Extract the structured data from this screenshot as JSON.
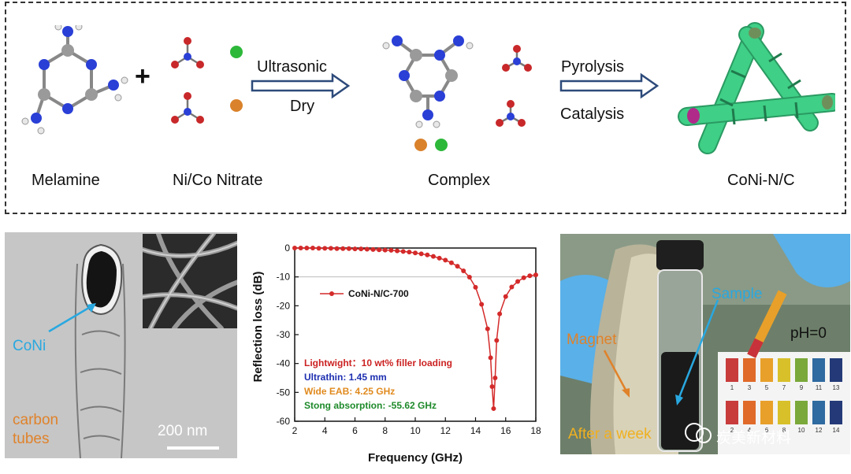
{
  "scheme": {
    "labels": {
      "melamine": "Melamine",
      "nitrate": "Ni/Co Nitrate",
      "complex": "Complex",
      "product": "CoNi-N/C"
    },
    "plus": "+",
    "arrow1": {
      "top": "Ultrasonic",
      "bottom": "Dry"
    },
    "arrow2": {
      "top": "Pyrolysis",
      "bottom": "Catalysis"
    },
    "colors": {
      "carbon": "#9a9a9a",
      "nitrogen": "#2a3fd6",
      "hydrogen": "#e8e8e8",
      "oxygen": "#c8282a",
      "ni": "#2db83a",
      "co": "#d9822b",
      "tube": "#3fcf86"
    }
  },
  "tem": {
    "coni_label": "CoNi",
    "tubes_label_1": "carbon",
    "tubes_label_2": "tubes",
    "scale_bar": "200 nm"
  },
  "chart_data": {
    "type": "line",
    "xlabel": "Frequency (GHz)",
    "ylabel": "Reflection loss (dB)",
    "xlim": [
      2,
      18
    ],
    "ylim": [
      -60,
      0
    ],
    "xticks": [
      2,
      4,
      6,
      8,
      10,
      12,
      14,
      16,
      18
    ],
    "yticks": [
      0,
      -10,
      -20,
      -30,
      -40,
      -50,
      -60
    ],
    "reference_line": -10,
    "series": [
      {
        "name": "CoNi-N/C-700",
        "color": "#d42a2a",
        "x": [
          2.0,
          2.4,
          2.8,
          3.2,
          3.6,
          4.0,
          4.4,
          4.8,
          5.2,
          5.6,
          6.0,
          6.4,
          6.8,
          7.2,
          7.6,
          8.0,
          8.4,
          8.8,
          9.2,
          9.6,
          10.0,
          10.4,
          10.8,
          11.2,
          11.6,
          12.0,
          12.4,
          12.8,
          13.2,
          13.6,
          14.0,
          14.4,
          14.8,
          15.0,
          15.1,
          15.2,
          15.3,
          15.4,
          15.6,
          16.0,
          16.4,
          16.8,
          17.2,
          17.6,
          18.0
        ],
        "y": [
          0.0,
          0.0,
          0.0,
          0.0,
          -0.1,
          -0.1,
          -0.1,
          -0.2,
          -0.2,
          -0.2,
          -0.3,
          -0.3,
          -0.4,
          -0.5,
          -0.6,
          -0.7,
          -0.8,
          -1.0,
          -1.2,
          -1.4,
          -1.7,
          -2.0,
          -2.4,
          -2.9,
          -3.5,
          -4.2,
          -5.1,
          -6.3,
          -7.9,
          -10.1,
          -13.6,
          -19.5,
          -28.0,
          -38.0,
          -48.0,
          -55.62,
          -45.0,
          -32.0,
          -22.8,
          -16.8,
          -13.5,
          -11.6,
          -10.3,
          -9.6,
          -9.3
        ]
      }
    ],
    "annotations": [
      {
        "text": "Lightwight：10 wt% filler loading",
        "color": "#cc2222"
      },
      {
        "text": "Ultrathin: 1.45 mm",
        "color": "#1d2fb0"
      },
      {
        "text": "Wide EAB: 4.25 GHz",
        "color": "#e08a1e"
      },
      {
        "text": "Stong absorption: -55.62 GHz",
        "color": "#1e8a2a"
      }
    ]
  },
  "photo": {
    "sample_label": "Sample",
    "magnet_label": "Magnet",
    "ph_label": "pH=0",
    "after_label": "After a week",
    "watermark": "炭美新材料",
    "strip_top": [
      "1",
      "3",
      "5",
      "7",
      "9",
      "11",
      "13"
    ],
    "strip_bottom": [
      "2",
      "4",
      "6",
      "8",
      "10",
      "12",
      "14"
    ]
  }
}
